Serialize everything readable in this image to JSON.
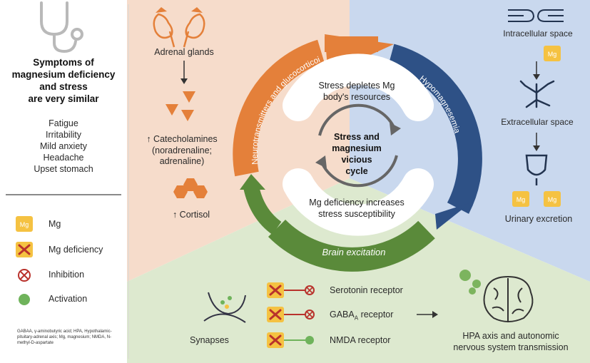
{
  "left_panel": {
    "title_lines": [
      "Symptoms of",
      "magnesium deficiency",
      "and stress",
      "are very similar"
    ],
    "symptoms": [
      "Fatigue",
      "Irritability",
      "Mild anxiety",
      "Headache",
      "Upset stomach"
    ],
    "legend": [
      {
        "icon": "mg-square-icon",
        "label": "Mg",
        "icon_text": "Mg"
      },
      {
        "icon": "cross-box-icon",
        "label": "Mg deficiency"
      },
      {
        "icon": "inhibition-circle-icon",
        "label": "Inhibition"
      },
      {
        "icon": "activation-dot-icon",
        "label": "Activation"
      }
    ],
    "footnote": "GABAA, γ-aminobutyric acid; HPA, Hypothalamic-pituitary-adrenal axis; Mg, magnesium; NMDA, N-methyl-D-aspartate"
  },
  "adrenal_panel": {
    "adrenal_glands": "Adrenal glands",
    "catecholamines_lines": [
      "↑ Catecholamines",
      "(noradrenaline;",
      "adrenaline)"
    ],
    "cortisol": "↑ Cortisol"
  },
  "cycle": {
    "center_lines": [
      "Stress and",
      "magnesium",
      "vicious",
      "cycle"
    ],
    "arc_orange": "Neurotransmitters and glucocorticoids release",
    "arc_blue": "Hypomagnesemia",
    "arc_green": "Brain excitation",
    "upper_band_lines": [
      "Stress depletes Mg",
      "body's resources"
    ],
    "lower_band_lines": [
      "Mg deficiency increases",
      "stress susceptibility"
    ]
  },
  "mg_panel": {
    "intracellular": "Intracellular space",
    "extracellular": "Extracellular space",
    "urinary": "Urinary excretion",
    "mg_badge": "Mg"
  },
  "bottom_panel": {
    "synapses": "Synapses",
    "receptors": [
      {
        "label": "Serotonin receptor",
        "effect": "inhibition"
      },
      {
        "label": "GABA",
        "sub": "A",
        "label_after": " receptor",
        "effect": "inhibition"
      },
      {
        "label": "NMDA receptor",
        "effect": "activation"
      }
    ],
    "hpa_lines": [
      "HPA axis and autonomic",
      "nervous system transmission"
    ]
  },
  "colors": {
    "orange": "#E4803A",
    "blue_dark": "#2E5186",
    "green": "#5A8A3A",
    "peach_bg": "#F6DCCB",
    "blue_bg": "#C9D8EE",
    "green_bg": "#DDE9CF",
    "mg_yellow": "#F5C242",
    "cross_red": "#B9322C",
    "activation_green": "#6FB35B"
  }
}
